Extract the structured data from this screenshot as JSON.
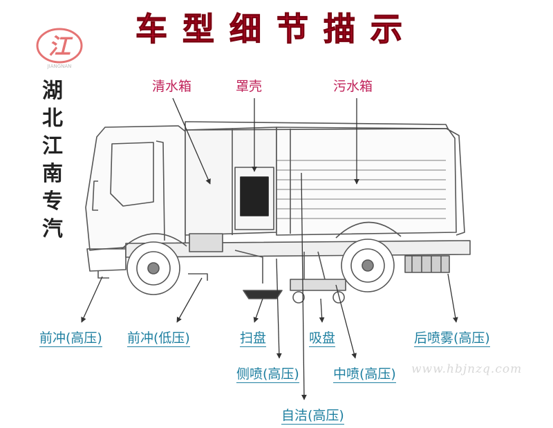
{
  "title": "车型细节描示",
  "company_chars": [
    "湖",
    "北",
    "江",
    "南",
    "专",
    "汽"
  ],
  "logo": {
    "text": "江",
    "subtext": "JIANGNAN"
  },
  "watermark": "www.hbjnzq.com",
  "top_labels": {
    "clean_water_tank": "清水箱",
    "hood": "罩壳",
    "sewage_tank": "污水箱"
  },
  "bottom_labels": {
    "front_flush_high": "前冲(高压)",
    "front_flush_low": "前冲(低压)",
    "sweep_disc": "扫盘",
    "suction_disc": "吸盘",
    "rear_spray_mist": "后喷雾(高压)",
    "side_spray": "侧喷(高压)",
    "middle_spray": "中喷(高压)",
    "self_clean": "自洁(高压)"
  },
  "colors": {
    "title_red": "#c8102e",
    "top_label": "#c0235a",
    "bottom_label": "#1e7fa0",
    "line": "#333333"
  }
}
